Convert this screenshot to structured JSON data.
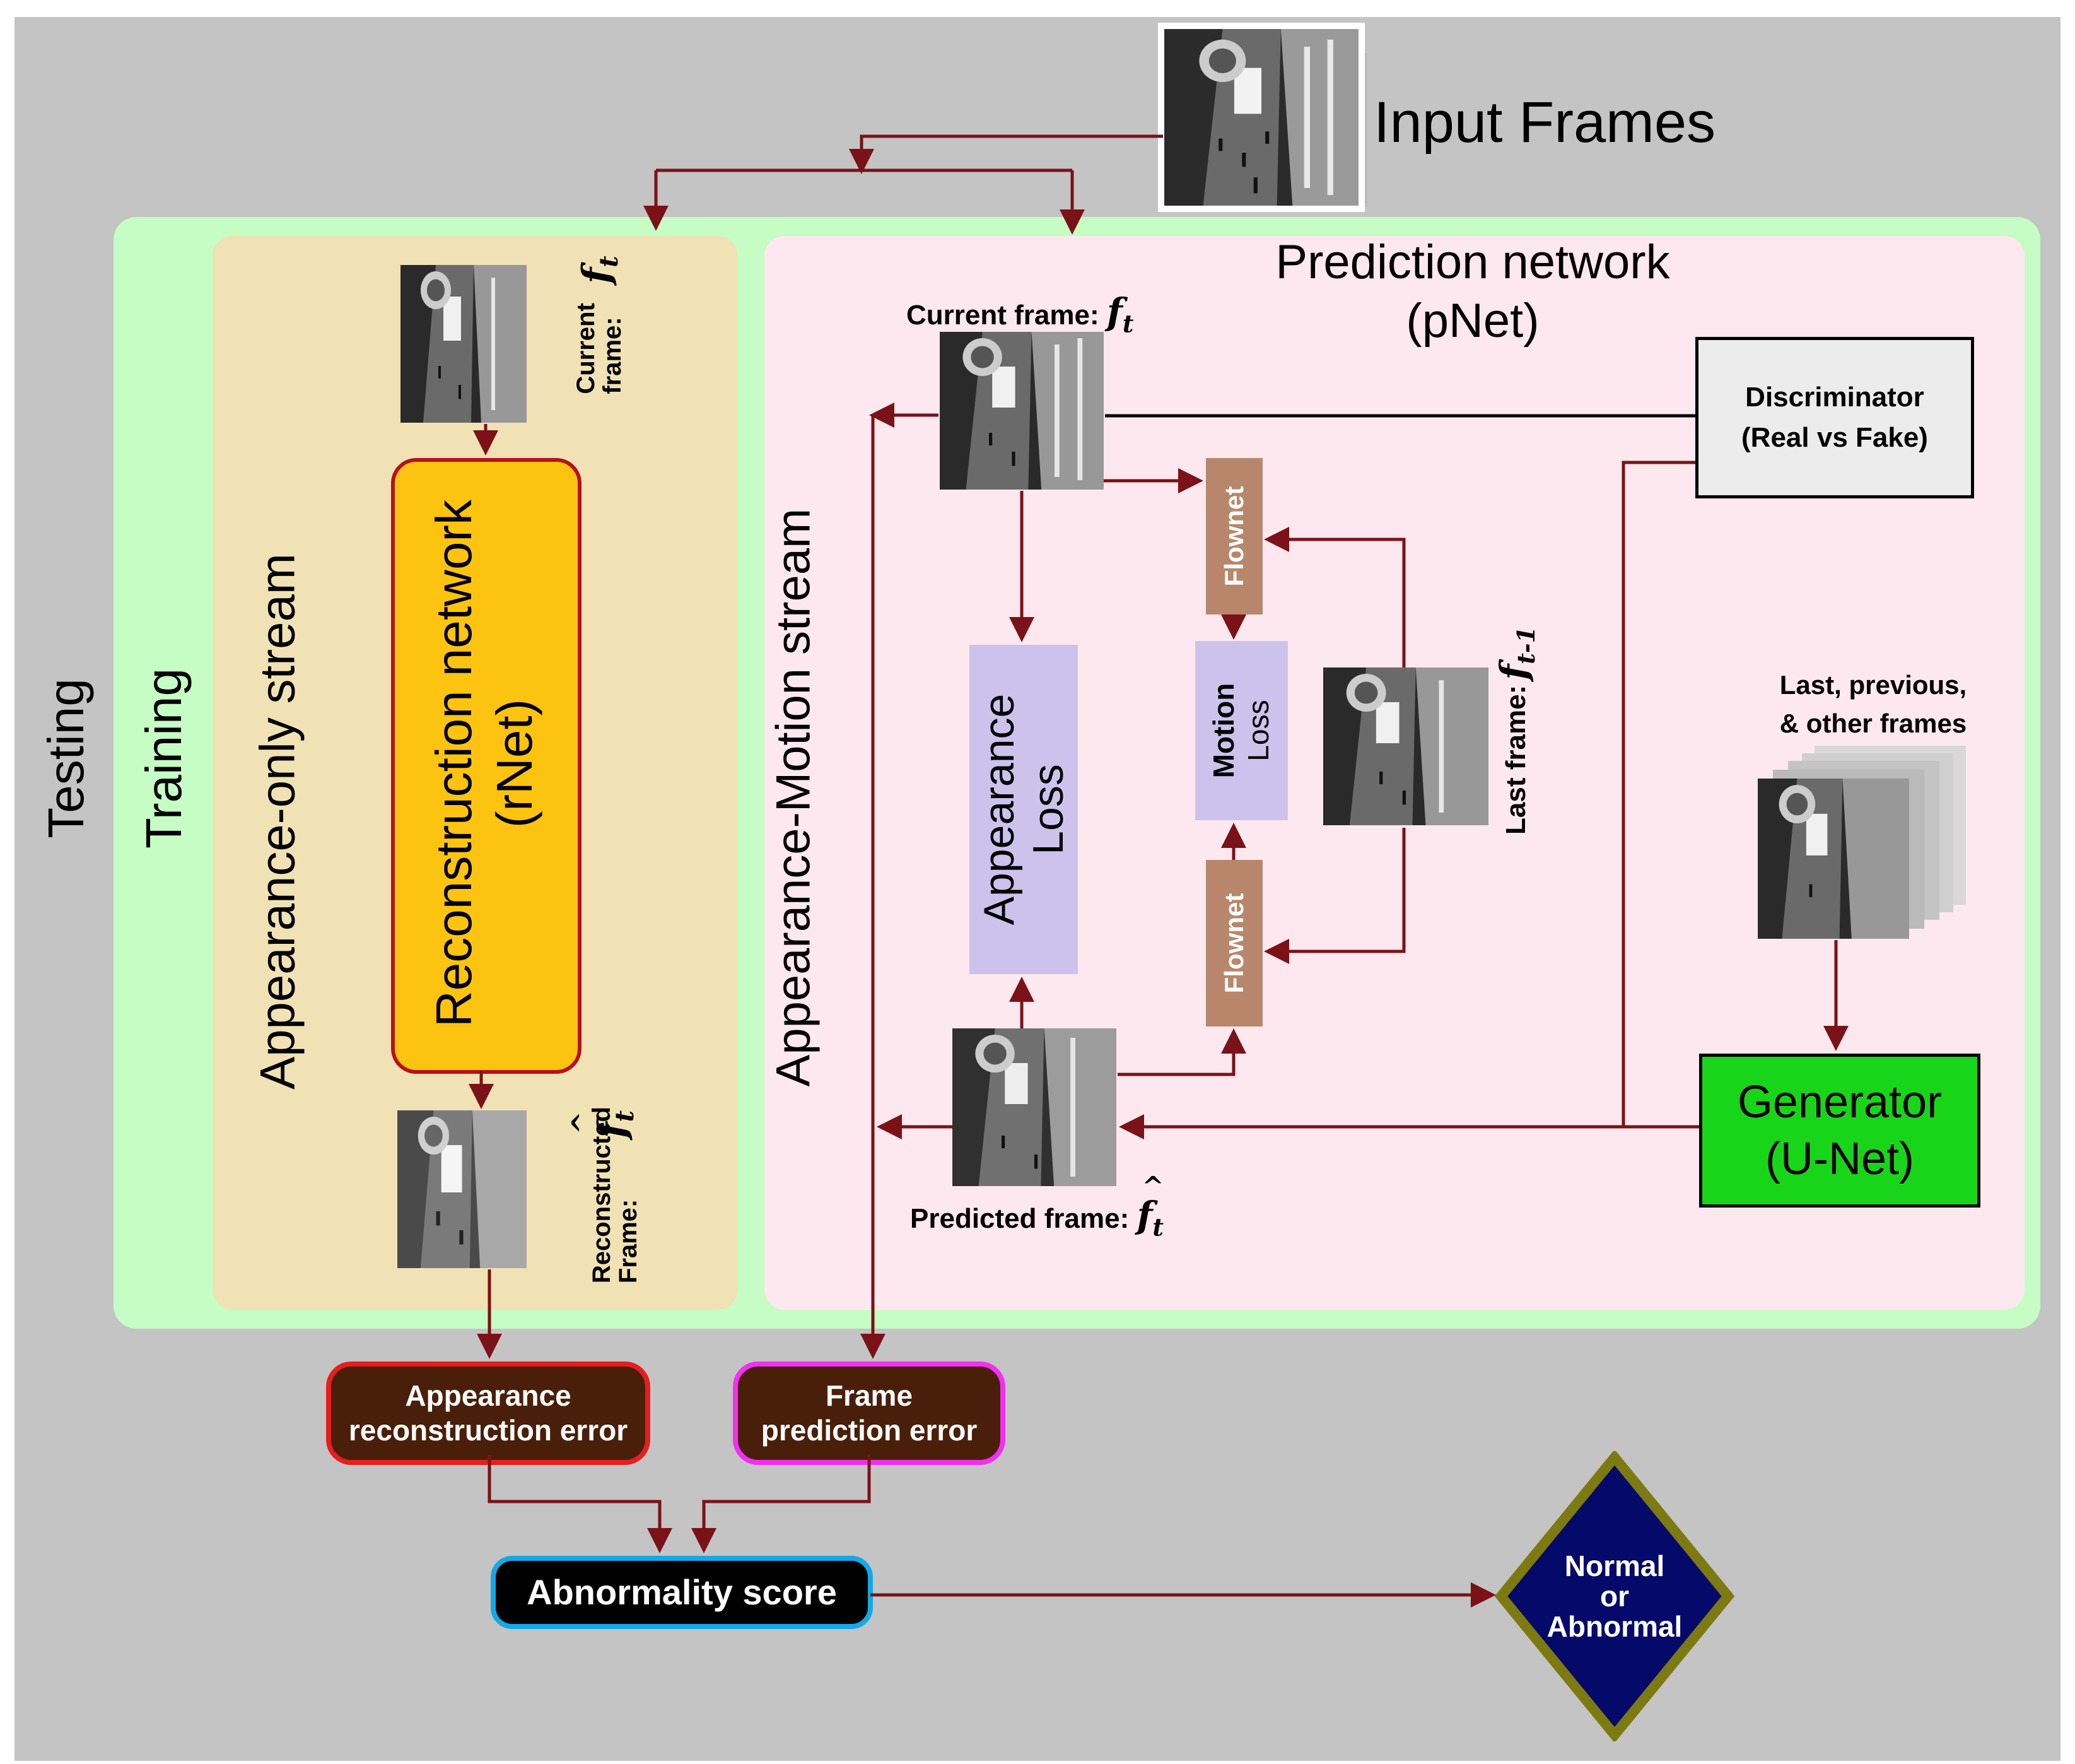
{
  "input": {
    "title": "Input Frames"
  },
  "outer": {
    "testing_label": "Testing",
    "training_label": "Training"
  },
  "appearance_only": {
    "stream_label": "Appearance-only stream",
    "current_frame_label": "Current frame:",
    "reconstruction_network": {
      "line1": "Reconstruction network",
      "line2": "(rNet)"
    },
    "reconstructed_frame_label": "Reconstructed Frame:"
  },
  "prediction": {
    "title_line1": "Prediction network",
    "title_line2": "(pNet)",
    "stream_label": "Appearance-Motion stream",
    "current_frame_label": "Current frame:",
    "predicted_frame_label": "Predicted frame:",
    "last_frame_label": "Last frame:",
    "flownet_label": "Flownet",
    "appearance_loss": {
      "line1": "Appearance",
      "line2": "Loss"
    },
    "motion_loss": {
      "line1": "Motion",
      "line2": "Loss"
    },
    "discriminator": {
      "line1": "Discriminator",
      "line2": "(Real vs Fake)"
    },
    "generator": {
      "line1": "Generator",
      "line2": "(U-Net)"
    },
    "other_frames_label": {
      "line1": "Last, previous,",
      "line2": "& other frames"
    }
  },
  "math": {
    "f": "f",
    "t": "t",
    "t_minus_1": "t-1",
    "hat": "^"
  },
  "outputs": {
    "appearance_error": {
      "line1": "Appearance",
      "line2": "reconstruction error"
    },
    "frame_error": {
      "line1": "Frame",
      "line2": "prediction error"
    },
    "abnormality_score": "Abnormality score",
    "decision": {
      "line1": "Normal",
      "line2": "or",
      "line3": "Abnormal"
    }
  },
  "colors": {
    "background": "#c4c4c4",
    "testing_panel": "#c5fdc5",
    "appearance_panel": "#f0e2b4",
    "prediction_panel": "#fde8ef",
    "rnet_fill": "#fdc311",
    "rnet_border": "#b5121b",
    "generator_fill": "#19d519",
    "flownet": "#b8876b",
    "loss": "#cbc3ec",
    "error_fill": "#4a1f09",
    "appearance_error_border": "#e61e1e",
    "frame_error_border": "#f230f2",
    "score_border": "#14a8e6",
    "decision_fill": "#050a6a",
    "decision_border": "#7d7a12",
    "arrow": "#7a1217"
  }
}
